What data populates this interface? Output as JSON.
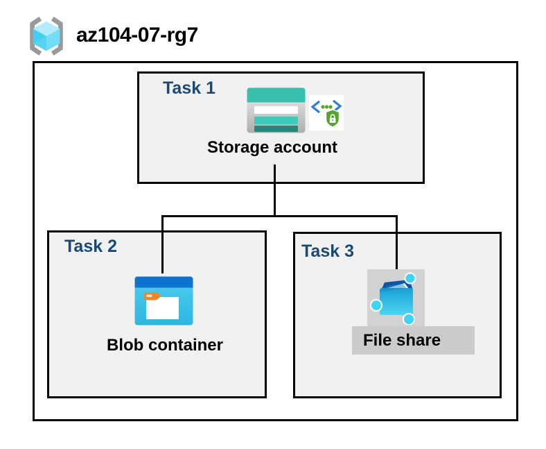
{
  "header": {
    "title": "az104-07-rg7",
    "icon": "resource-group-icon"
  },
  "tasks": [
    {
      "label": "Task 1",
      "item": "Storage account",
      "icons": [
        "storage-account-icon",
        "secured-endpoint-icon"
      ]
    },
    {
      "label": "Task 2",
      "item": "Blob container",
      "icons": [
        "blob-container-icon"
      ]
    },
    {
      "label": "Task 3",
      "item": "File share",
      "icons": [
        "file-share-icon"
      ]
    }
  ],
  "connections": [
    {
      "from": "Storage account",
      "to": "Blob container"
    },
    {
      "from": "Storage account",
      "to": "File share"
    }
  ],
  "colors": {
    "task_label_blue": "#1a4a72",
    "box_fill": "#f1f1f1",
    "border_black": "#000000",
    "storage_teal": "#38bfae",
    "storage_teal_dark": "#27867a",
    "blob_band_blue": "#0e73cf",
    "blob_body_cyan": "#35bfe5",
    "fileshare_navy": "#0d55a2",
    "fileshare_cyan": "#3fd3f7",
    "highlight_gray": "#cdcdcd",
    "shield_green": "#58a32e",
    "chevron_blue": "#2e7ed2",
    "folder_tab_orange": "#f08722",
    "rg_cube_cyan": "#45cef1",
    "rg_bracket_gray": "#9a9a9a"
  }
}
